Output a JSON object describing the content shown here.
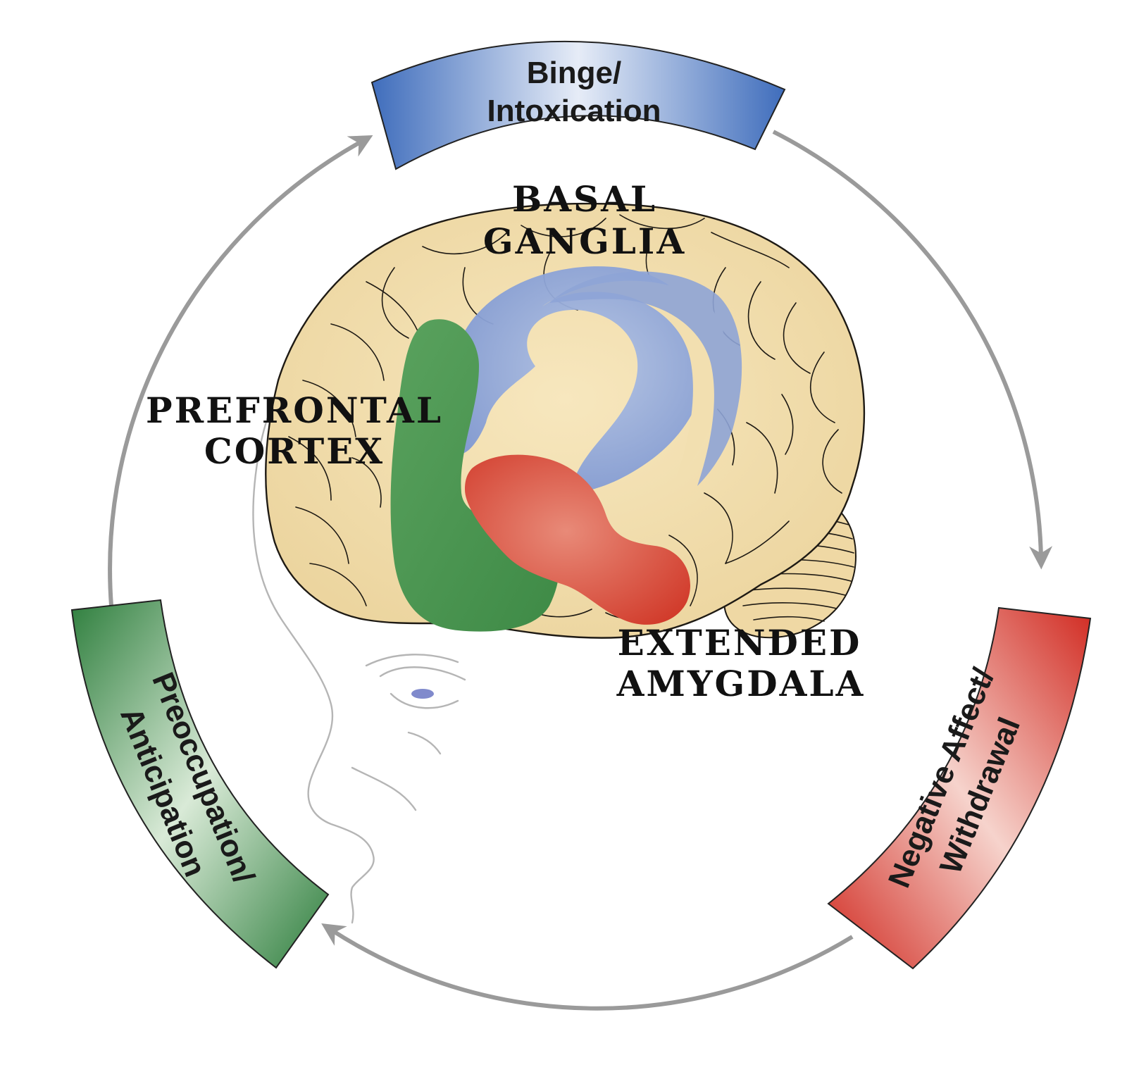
{
  "stages": {
    "binge": {
      "line1": "Binge/",
      "line2": "Intoxication",
      "color": "#4a78c2"
    },
    "withdrawal": {
      "line1": "Negative Affect/",
      "line2": "Withdrawal",
      "color": "#d9372c"
    },
    "preoccupation": {
      "line1": "Preoccupation/",
      "line2": "Anticipation",
      "color": "#3a8a4a"
    }
  },
  "regions": {
    "basal_ganglia": {
      "line1": "BASAL",
      "line2": "GANGLIA",
      "color": "#8ea4d6"
    },
    "prefrontal_cortex": {
      "line1": "PREFRONTAL",
      "line2": "CORTEX",
      "color": "#4f9a55"
    },
    "extended_amygdala": {
      "line1": "EXTENDED",
      "line2": "AMYGDALA",
      "color": "#d64a3a"
    }
  },
  "colors": {
    "brain": "#f2dfb0",
    "cycle_arrow": "#9a9a9a",
    "face_outline": "#b5b5b5"
  }
}
